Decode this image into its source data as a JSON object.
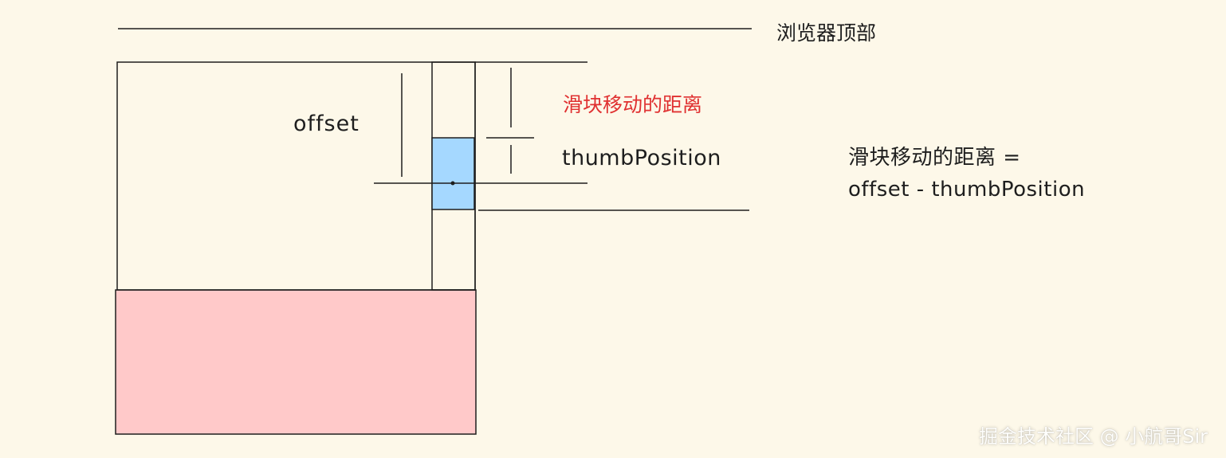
{
  "colors": {
    "background": "#fdf8e9",
    "stroke": "#1e1e1e",
    "thumb_fill": "#a5d8ff",
    "content_fill": "#ffc9c9",
    "highlight_text": "#e03131"
  },
  "labels": {
    "browser_top": "浏览器顶部",
    "offset": "offset",
    "slider_distance": "滑块移动的距离",
    "thumb_position": "thumbPosition",
    "formula_line1": "滑块移动的距离 =",
    "formula_line2": "offset - thumbPosition",
    "watermark": "掘金技术社区 @ 小航哥Sir"
  }
}
